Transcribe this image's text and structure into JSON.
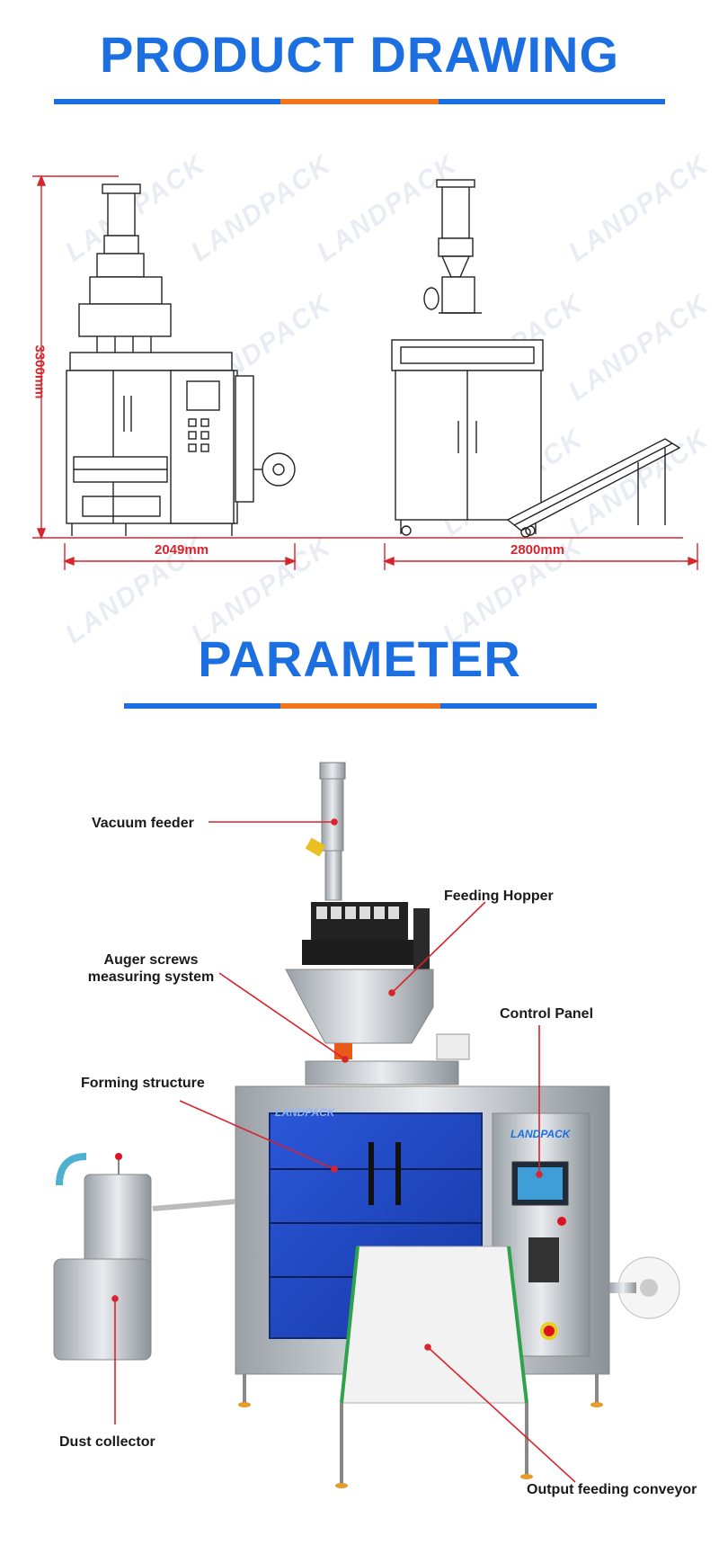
{
  "titles": {
    "drawing": "PRODUCT DRAWING",
    "parameter": "PARAMETER"
  },
  "brand": {
    "watermark": "LANDPACK",
    "logo": "LANDPACK"
  },
  "dimensions": {
    "height": "3300mm",
    "width_front": "2049mm",
    "width_side": "2800mm"
  },
  "labels": {
    "vacuum_feeder": "Vacuum feeder",
    "feeding_hopper": "Feeding Hopper",
    "auger_line1": "Auger screws",
    "auger_line2": "measuring system",
    "control_panel": "Control Panel",
    "forming_structure": "Forming structure",
    "dust_collector": "Dust collector",
    "output_conveyor": "Output feeding conveyor"
  },
  "colors": {
    "title_blue": "#1b6fe0",
    "accent_orange": "#f2761e",
    "dimension_red": "#d9232d",
    "callout_red": "#d9232d"
  }
}
